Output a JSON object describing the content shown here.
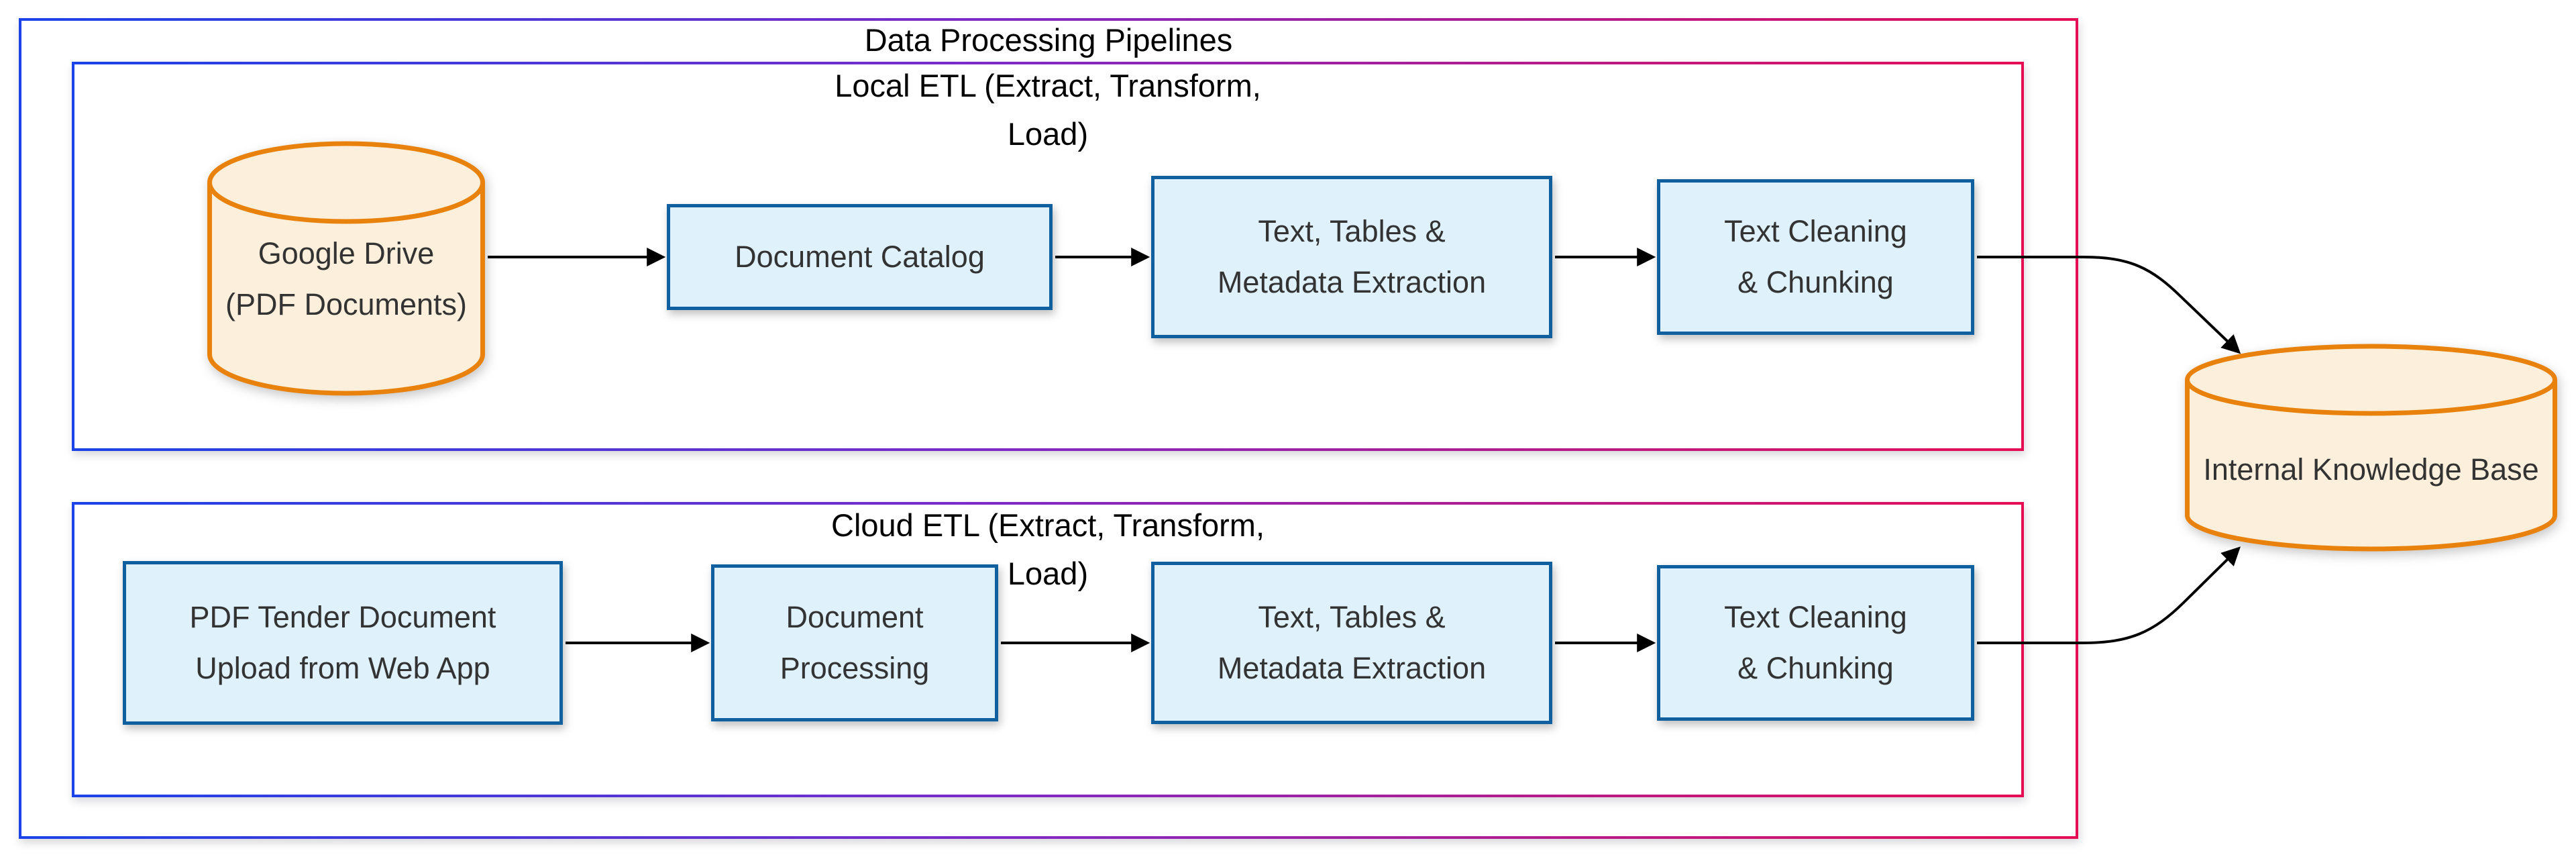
{
  "diagram_title": "Data Processing Pipelines",
  "local_etl": {
    "title_line1": "Local ETL (Extract, Transform,",
    "title_line2": "Load)",
    "nodes": {
      "google_drive": {
        "line1": "Google Drive",
        "line2": "(PDF Documents)"
      },
      "document_catalog": {
        "label": "Document Catalog"
      },
      "text_tables_metadata": {
        "line1": "Text, Tables &",
        "line2": "Metadata Extraction"
      },
      "text_cleaning_chunking": {
        "line1": "Text Cleaning",
        "line2": "& Chunking"
      }
    }
  },
  "cloud_etl": {
    "title_line1": "Cloud ETL (Extract, Transform,",
    "title_line2": "Load)",
    "nodes": {
      "pdf_tender_upload": {
        "line1": "PDF Tender Document",
        "line2": "Upload from Web App"
      },
      "document_processing": {
        "line1": "Document",
        "line2": "Processing"
      },
      "text_tables_metadata": {
        "line1": "Text, Tables &",
        "line2": "Metadata Extraction"
      },
      "text_cleaning_chunking": {
        "line1": "Text Cleaning",
        "line2": "& Chunking"
      }
    }
  },
  "knowledge_base": {
    "label": "Internal Knowledge Base"
  },
  "colors": {
    "node_fill": "#DFF1FB",
    "node_border": "#10609F",
    "database_fill": "#FCF0DD",
    "database_border": "#E8820C",
    "container_gradient_start": "#1B43E8",
    "container_gradient_mid": "#7D2AC8",
    "container_gradient_end": "#E60D55",
    "edge_color": "#000000",
    "node_text_color": "#333333",
    "title_text_color": "#000000",
    "background": "#FFFFFF"
  }
}
